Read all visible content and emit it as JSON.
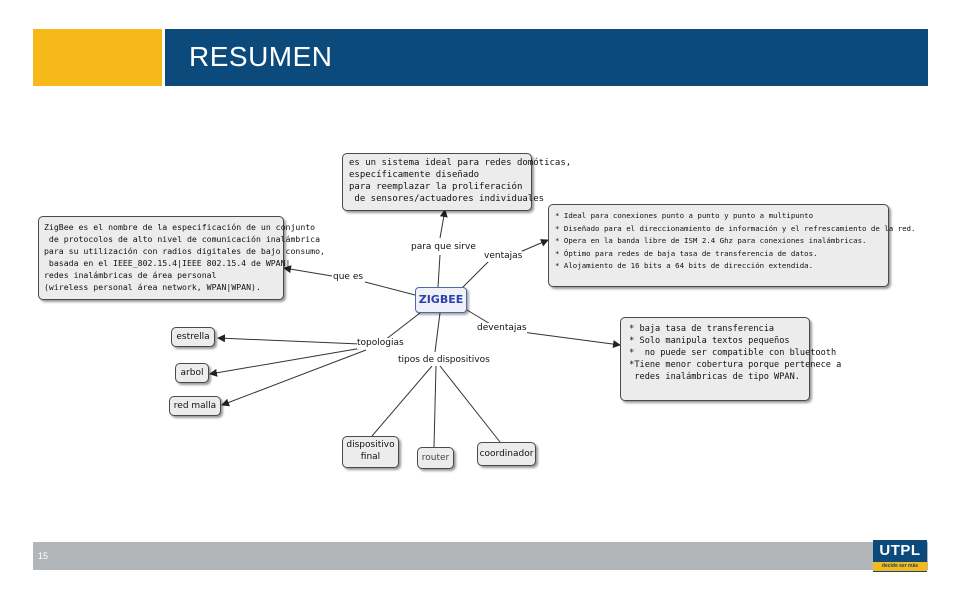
{
  "header": {
    "title": "RESUMEN",
    "accent_color": "#f7b819",
    "brand_color": "#0c4a7c"
  },
  "footer": {
    "page_number": "15",
    "logo_text": "UTPL",
    "logo_tagline": "decide ser más"
  },
  "diagram": {
    "center": "ZIGBEE",
    "links": {
      "que_es": "que es",
      "para_que_sirve": "para que sirve",
      "ventajas": "ventajas",
      "deventajas": "deventajas",
      "topologias": "topologias",
      "tipos": "tipos de dispositivos"
    },
    "boxes": {
      "que_es": [
        "ZigBee es el nombre de la especificación de un conjunto",
        " de protocolos de alto nivel de comunicación inalámbrica",
        "para su utilización con radios digitales de bajo consumo,",
        " basada en el IEEE_802.15.4|IEEE 802.15.4 de WPAN|",
        "redes inalámbricas de área personal",
        "(wireless personal área network, WPAN|WPAN)."
      ],
      "para_que_sirve": [
        "es un sistema ideal para redes domóticas,",
        "específicamente diseñado",
        "para reemplazar la proliferación",
        " de sensores/actuadores individuales"
      ],
      "ventajas": [
        "* Ideal para conexiones punto a punto y punto a multipunto",
        "* Diseñado para el direccionamiento de información y el refrescamiento de la red.",
        "* Opera en la banda libre de ISM 2.4 Ghz para conexiones inalámbricas.",
        "* Óptimo para redes de baja tasa de transferencia de datos.",
        "* Alojamiento de 16 bits a 64 bits de dirección extendida."
      ],
      "deventajas": [
        " * baja tasa de transferencia",
        " * Solo manipula textos pequeños",
        " *  no puede ser compatible con bluetooth",
        " *Tiene menor cobertura porque pertenece a",
        "  redes inalámbricas de tipo WPAN."
      ]
    },
    "topologies": [
      "estrella",
      "arbol",
      "red malla"
    ],
    "devices": [
      [
        "dispositivo",
        "final"
      ],
      [
        "router"
      ],
      [
        "coordinador"
      ]
    ]
  }
}
